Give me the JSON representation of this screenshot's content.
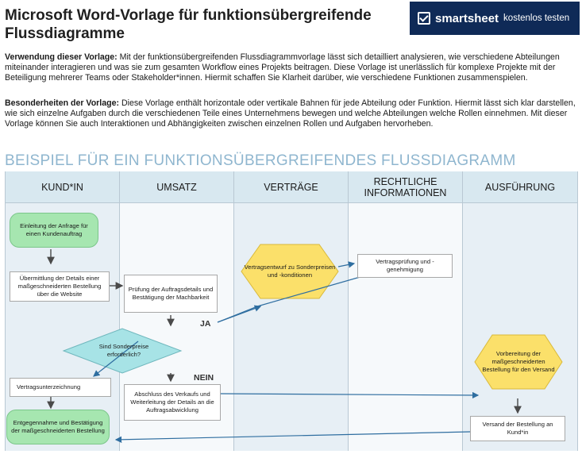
{
  "title": "Microsoft Word-Vorlage für funktionsübergreifende Flussdiagramme",
  "banner": {
    "brand": "smartsheet",
    "cta": "kostenlos testen",
    "bg_color": "#0f2a57"
  },
  "usage": {
    "label": "Verwendung dieser Vorlage:",
    "text": " Mit der funktionsübergreifenden Flussdiagrammvorlage lässt sich detailliert analysieren, wie verschiedene Abteilungen miteinander interagieren und was sie zum gesamten Workflow eines Projekts beitragen. Diese Vorlage ist unerlässlich für komplexe Projekte mit der Beteiligung mehrerer Teams oder Stakeholder*innen. Hiermit schaffen Sie Klarheit darüber, wie verschiedene Funktionen zusammenspielen."
  },
  "features": {
    "label": "Besonderheiten der Vorlage:",
    "text": " Diese Vorlage enthält horizontale oder vertikale Bahnen für jede Abteilung oder Funktion. Hiermit lässt sich klar darstellen, wie sich einzelne Aufgaben durch die verschiedenen Teile eines Unternehmens bewegen und welche Abteilungen welche Rollen einnehmen. Mit dieser Vorlage können Sie auch Interaktionen und Abhängigkeiten zwischen einzelnen Rollen und Aufgaben hervorheben."
  },
  "section_title": "BEISPIEL FÜR EIN FUNKTIONSÜBERGREIFENDES FLUSSDIAGRAMM",
  "lanes": [
    "KUND*IN",
    "UMSATZ",
    "VERTRÄGE",
    "RECHTLICHE INFORMATIONEN",
    "AUSFÜHRUNG"
  ],
  "nodes": {
    "start": "Einleitung der Anfrage für einen Kundenauftrag",
    "submit": "Übermittlung der Details einer maßgeschneiderten Bestellung über die Website",
    "review": "Prüfung der Auftragsdetails und Bestätigung der Machbarkeit",
    "decision": "Sind Sonderpreise erforderlich?",
    "draft": "Vertragsentwurf zu Sonderpreisen und -konditionen",
    "legal": "Vertragsprüfung und -genehmigung",
    "sign": "Vertragsunterzeichnung",
    "close": "Abschluss des Verkaufs und Weiterleitung der Details an die Auftragsabwicklung",
    "prep": "Vorbereitung der maßgeschneiderten Bestellung für den Versand",
    "ship": "Versand der Bestellung an Kund*in",
    "receive": "Entgegennahme und Bestätigung der maßgeschneiderten Bestellung"
  },
  "labels": {
    "yes": "JA",
    "no": "NEIN"
  },
  "colors": {
    "green": "#a6e6b0",
    "yellow": "#fbe06a",
    "diamond": "#a7e3e6",
    "arrow": "#2f6ea0",
    "section": "#8fb6cf"
  }
}
